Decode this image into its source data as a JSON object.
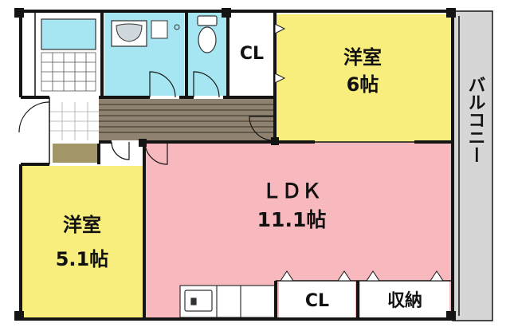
{
  "floor_plan": {
    "rooms": [
      {
        "id": "western-room-6",
        "name": "洋室",
        "size": "6帖"
      },
      {
        "id": "ldk",
        "name": "ＬＤＫ",
        "size": "11.1帖"
      },
      {
        "id": "western-room-5",
        "name": "洋室",
        "size": "5.1帖"
      },
      {
        "id": "closet-upper",
        "name": "CL"
      },
      {
        "id": "closet-lower",
        "name": "CL"
      },
      {
        "id": "storage",
        "name": "収納"
      },
      {
        "id": "balcony",
        "name": "バルコニー"
      }
    ],
    "colors": {
      "western_room": "#f7ee7e",
      "ldk": "#f7b9bd",
      "wet_area": "#a6e6f2",
      "corridor_floor": "#8f8270",
      "entrance_floor": "#a29568",
      "balcony": "#d6d6d6",
      "walls": "#141414"
    }
  }
}
